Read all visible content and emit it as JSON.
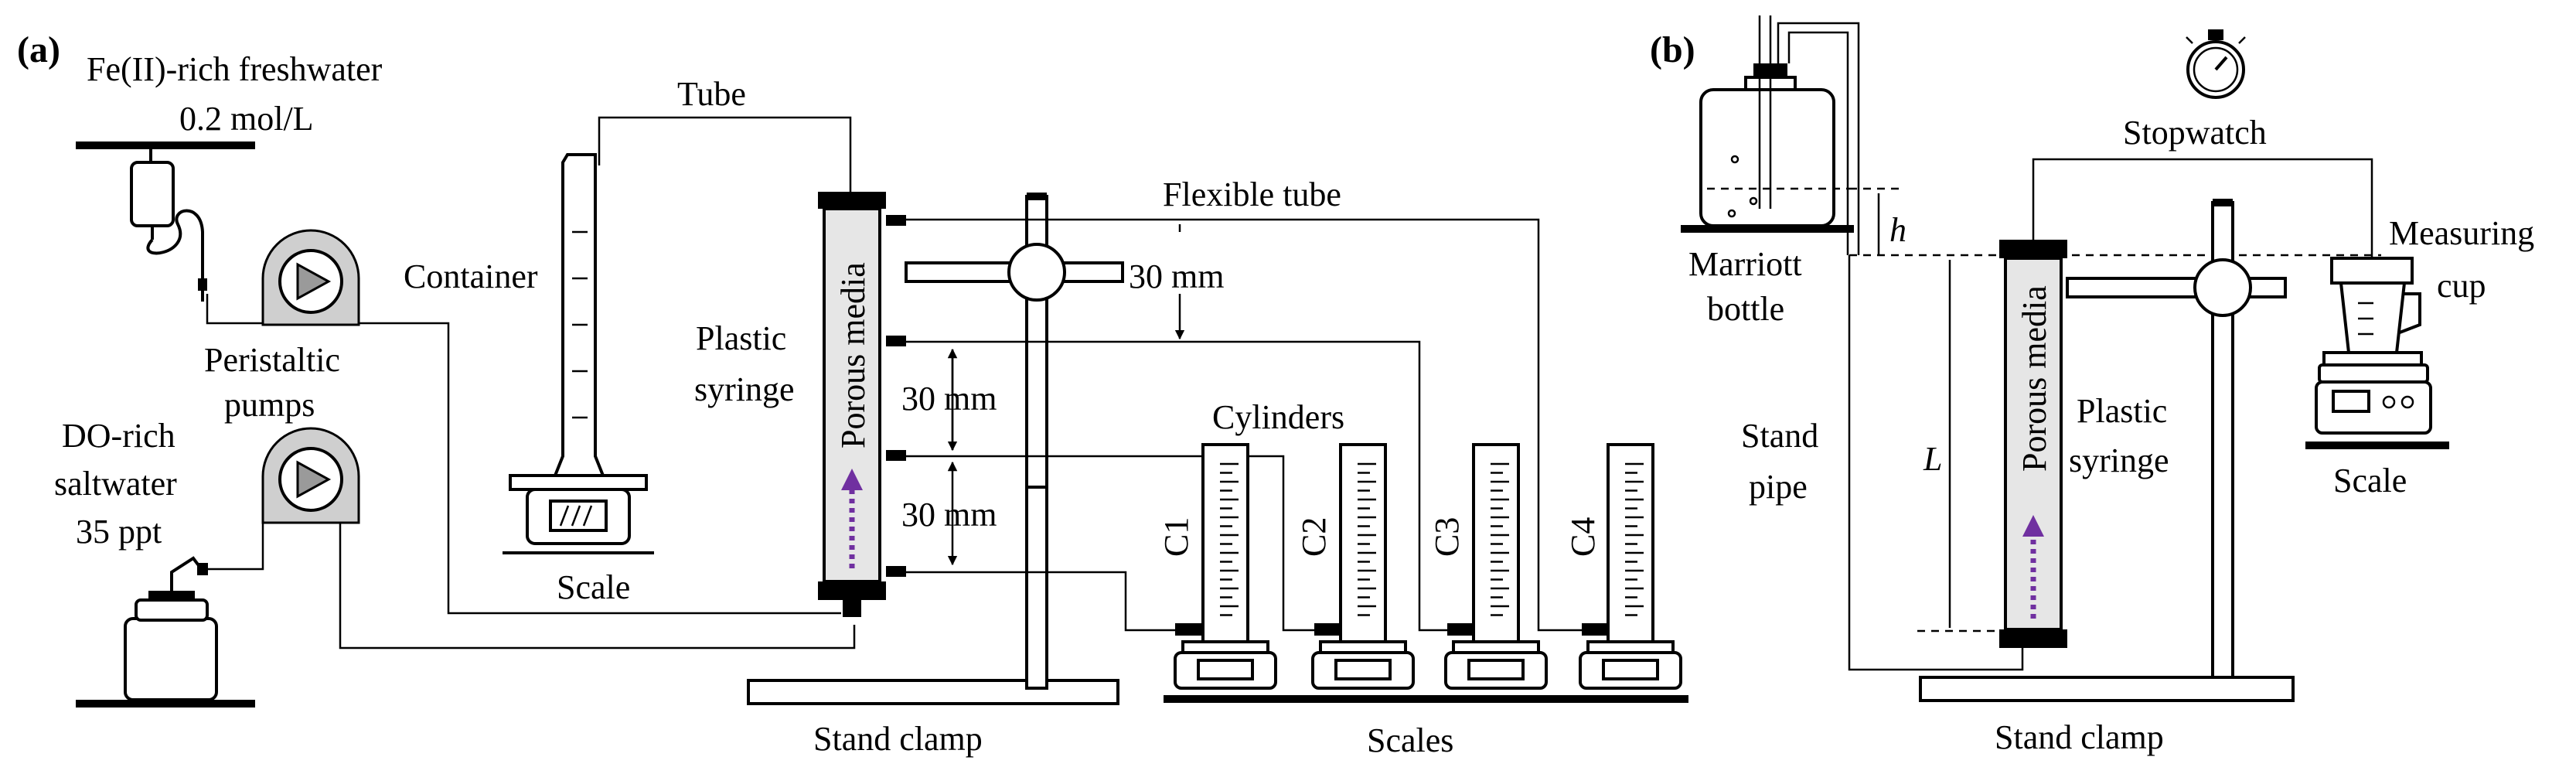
{
  "panel_a": {
    "tag": "(a)",
    "freshwater_label": "Fe(II)-rich freshwater",
    "freshwater_conc": "0.2 mol/L",
    "pumps_label_1": "Peristaltic",
    "pumps_label_2": "pumps",
    "saltwater_label_1": "DO-rich",
    "saltwater_label_2": "saltwater",
    "saltwater_label_3": "35 ppt",
    "tube_label": "Tube",
    "container_label": "Container",
    "scale_label": "Scale",
    "syringe_label_1": "Plastic",
    "syringe_label_2": "syringe",
    "media_label": "Porous media",
    "flexible_tube_label": "Flexible tube",
    "spacing_1": "30 mm",
    "spacing_2": "30 mm",
    "spacing_3": "30 mm",
    "cylinders_label": "Cylinders",
    "cylinder_names": [
      "C1",
      "C2",
      "C3",
      "C4"
    ],
    "stand_clamp_label": "Stand clamp",
    "scales_label": "Scales"
  },
  "panel_b": {
    "tag": "(b)",
    "marriott_label_1": "Marriott",
    "marriott_label_2": "bottle",
    "head_symbol": "h",
    "stopwatch_label": "Stopwatch",
    "measuring_label_1": "Measuring",
    "measuring_label_2": "cup",
    "stand_pipe_label_1": "Stand",
    "stand_pipe_label_2": "pipe",
    "length_symbol": "L",
    "media_label": "Porous media",
    "syringe_label_1": "Plastic",
    "syringe_label_2": "syringe",
    "scale_label": "Scale",
    "stand_clamp_label": "Stand clamp"
  },
  "colors": {
    "flow_arrow": "#7030a0",
    "media_fill": "#e6e6e6"
  }
}
